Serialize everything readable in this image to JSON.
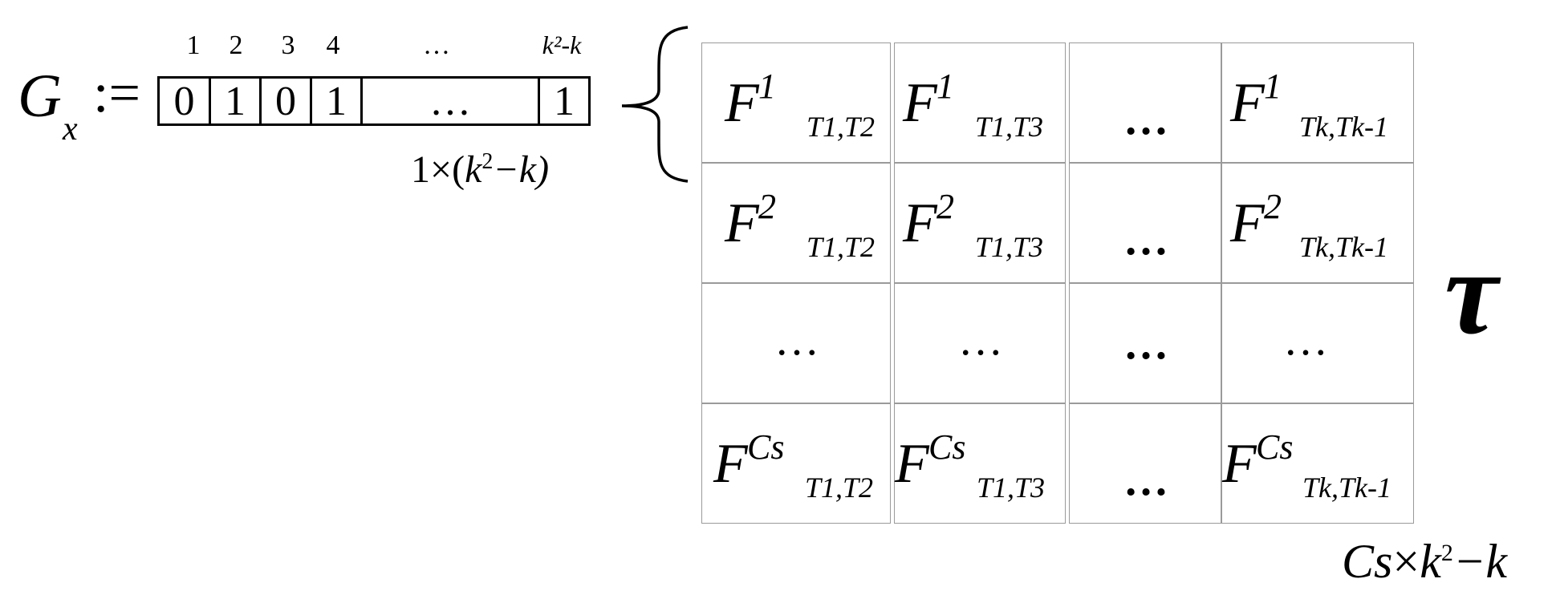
{
  "gx": {
    "symbol": "G",
    "subscript": "x",
    "assign": ":=",
    "index_labels": [
      "1",
      "2",
      "3",
      "4",
      "…",
      "k²-k"
    ],
    "values": [
      "0",
      "1",
      "0",
      "1",
      "…",
      "1"
    ],
    "size": {
      "prefix": "1×(",
      "k": "k",
      "exp": "2",
      "suffix": "−k)"
    }
  },
  "table": {
    "base": "F",
    "rows": [
      {
        "superscript": "1",
        "cells": [
          "T1,T2",
          "T1,T3",
          "…",
          "Tk,Tk-1"
        ]
      },
      {
        "superscript": "2",
        "cells": [
          "T1,T2",
          "T1,T3",
          "…",
          "Tk,Tk-1"
        ]
      },
      {
        "superscript": "…",
        "cells": [
          "…",
          "…",
          "…",
          "…"
        ]
      },
      {
        "superscript": "Cs",
        "cells": [
          "T1,T2",
          "T1,T3",
          "…",
          "Tk,Tk-1"
        ]
      }
    ],
    "tau": "τ",
    "size": {
      "cs": "Cs",
      "times": "×",
      "k": "k",
      "exp": "2",
      "suffix": "−k"
    }
  }
}
